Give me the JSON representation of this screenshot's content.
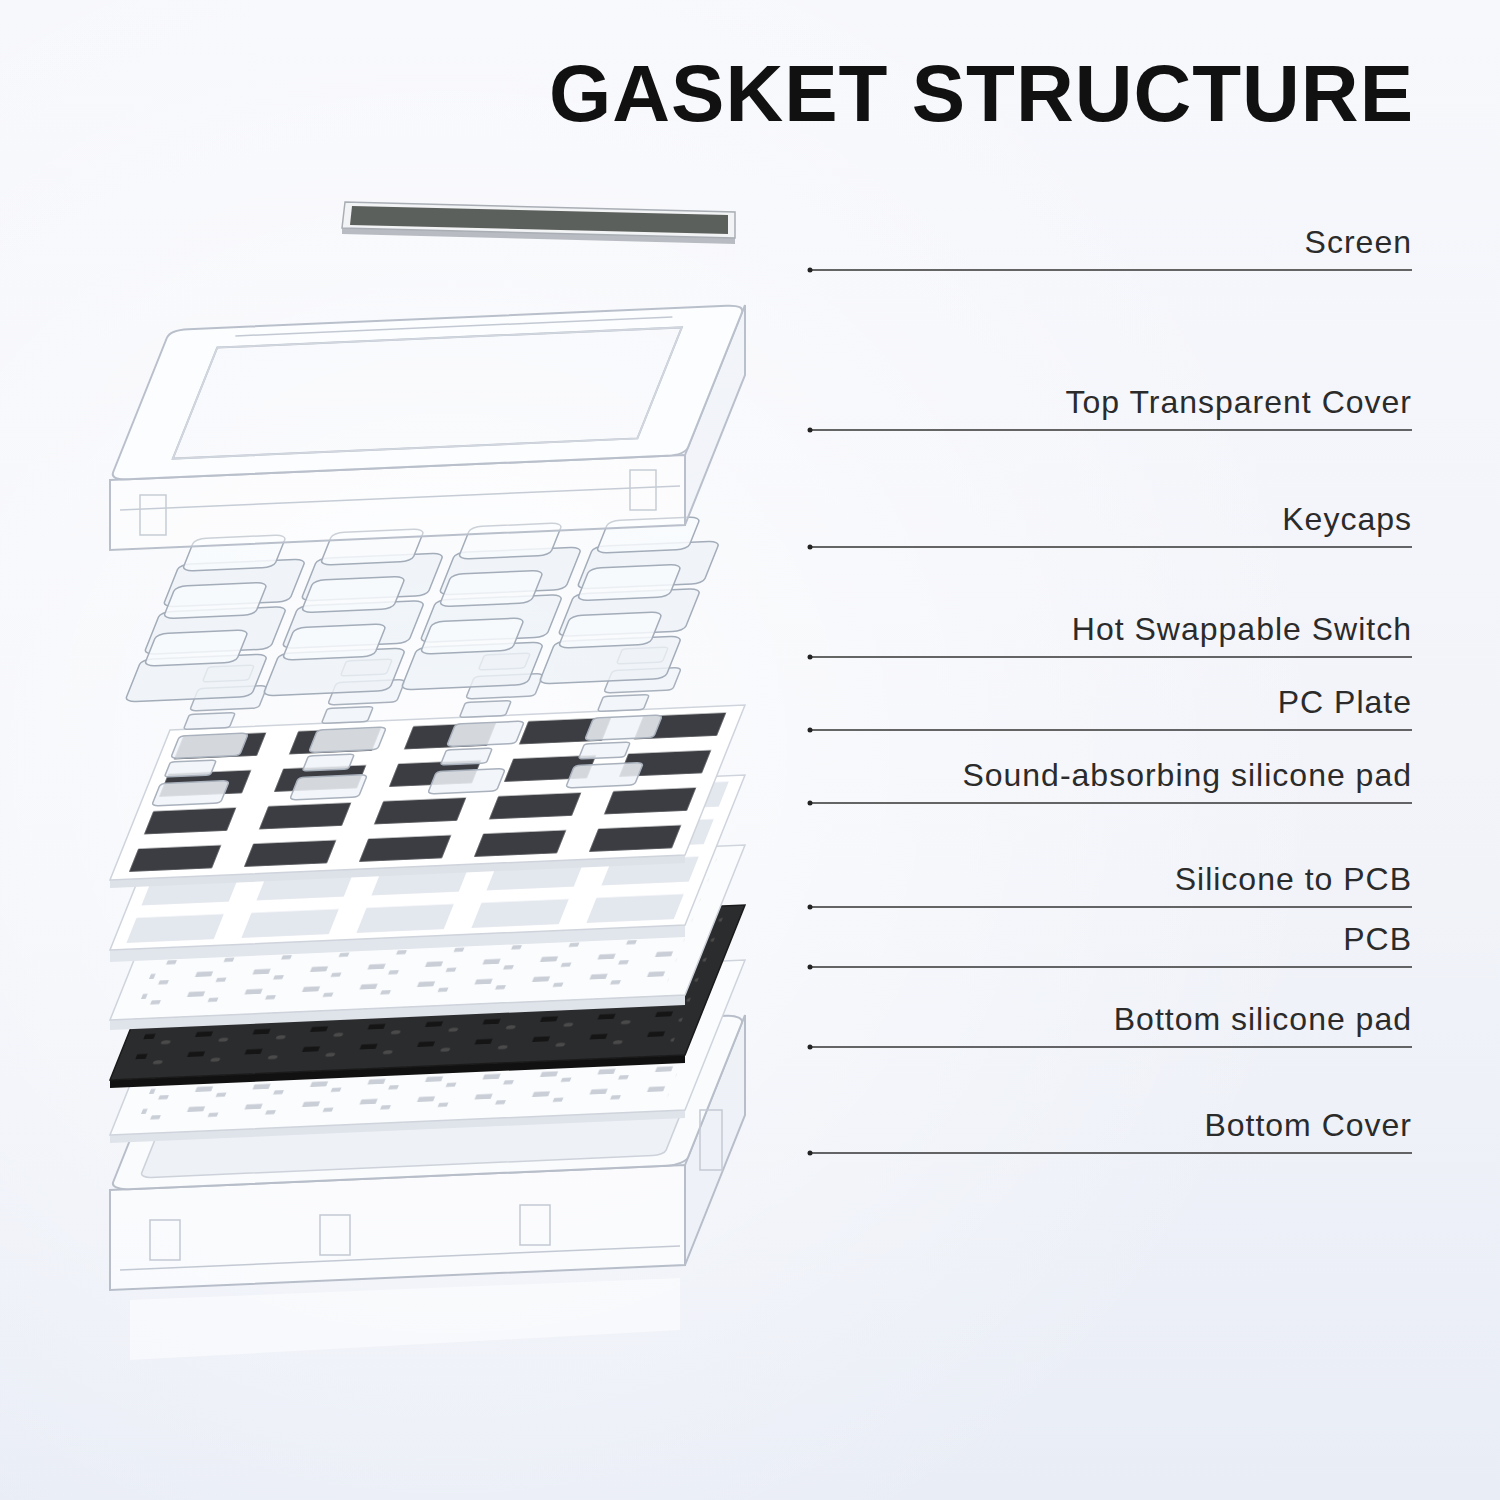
{
  "diagram": {
    "title": "GASKET STRUCTURE",
    "labels": [
      "Screen",
      "Top Transparent Cover",
      "Keycaps",
      "Hot Swappable Switch",
      "PC Plate",
      "Sound-absorbing silicone pad",
      "Silicone to PCB",
      "PCB",
      "Bottom silicone pad",
      "Bottom Cover"
    ]
  }
}
